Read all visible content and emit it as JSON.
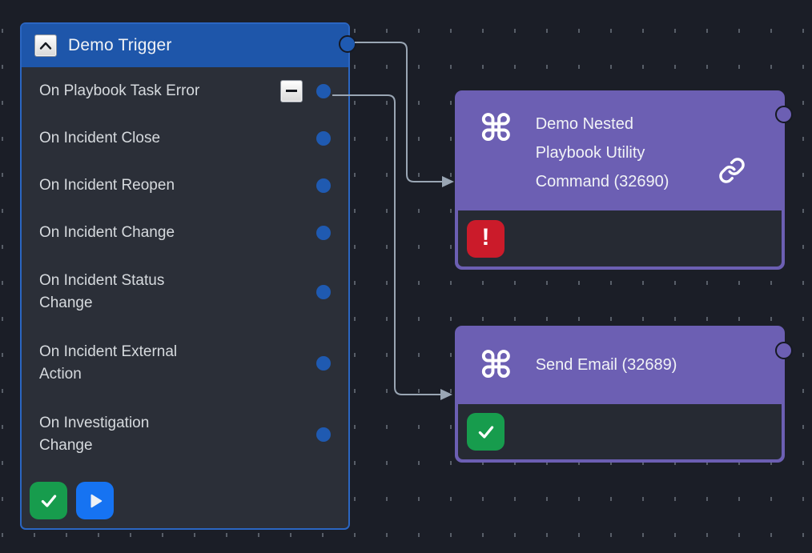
{
  "canvas": {
    "bg_color": "#1b1e27",
    "grid_dash_color": "#8b919d"
  },
  "colors": {
    "accent_blue": "#1f5ab1",
    "header_blue": "#1e56aa",
    "panel_border_blue": "#2b66c2",
    "panel_body_bg": "#2b2f38",
    "node_purple": "#6c5fb3",
    "node_body_bg": "#262a33",
    "error_red": "#cb1b2a",
    "success_green": "#179c4d",
    "run_blue": "#1673f2",
    "edge_gray": "#9aa6b4",
    "text_light": "#d6dade",
    "text_white": "#f1f3f6"
  },
  "trigger_panel": {
    "title": "Demo Trigger",
    "collapse_icon": "chevron-up-icon",
    "outputs": [
      {
        "label": "On Playbook Task Error",
        "remove_icon": "minus-icon",
        "port": "output-port"
      },
      {
        "label": "On Incident Close",
        "port": "output-port"
      },
      {
        "label": "On Incident Reopen",
        "port": "output-port"
      },
      {
        "label": "On Incident Change",
        "port": "output-port"
      },
      {
        "label": "On Incident Status Change",
        "port": "output-port"
      },
      {
        "label": "On Incident External Action",
        "port": "output-port"
      },
      {
        "label": "On Investigation Change",
        "port": "output-port"
      }
    ],
    "actions": [
      {
        "name": "complete",
        "icon": "check-icon",
        "color": "#179c4d"
      },
      {
        "name": "run",
        "icon": "play-icon",
        "color": "#1673f2"
      }
    ]
  },
  "nodes": [
    {
      "title": "Demo Nested Playbook Utility Command (32690)",
      "type_icon": "command-icon",
      "aux_icon": "link-icon",
      "status": "error",
      "status_icon": "exclamation-icon"
    },
    {
      "title": "Send Email (32689)",
      "type_icon": "command-icon",
      "status": "success",
      "status_icon": "check-icon"
    }
  ],
  "edges": [
    {
      "from": "Demo Trigger",
      "to": "Demo Nested Playbook Utility Command (32690)"
    },
    {
      "from": "On Playbook Task Error",
      "to": "Send Email (32689)"
    }
  ],
  "glyphs": {
    "command": "⌘"
  }
}
